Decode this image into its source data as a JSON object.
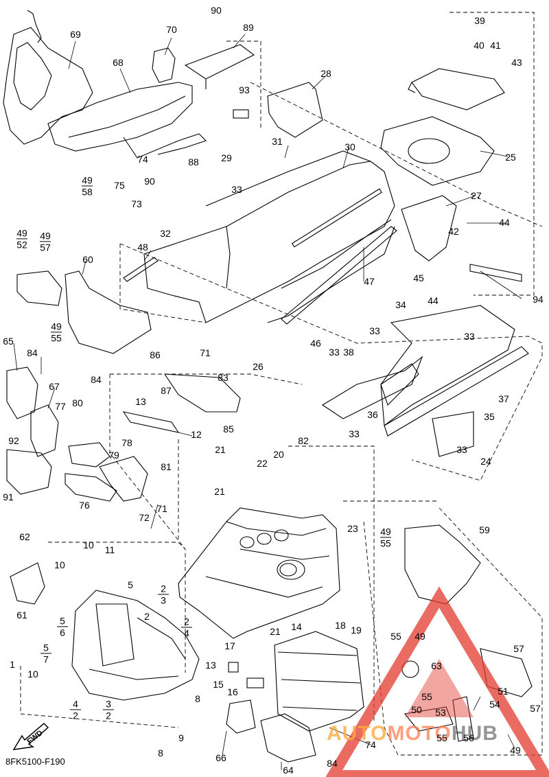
{
  "diagram": {
    "code": "8FK5100-F190",
    "fwd_label": "FWD",
    "watermark": {
      "part1": "AUTO",
      "part2": "MOTO",
      "part3": "HUB"
    },
    "colors": {
      "line": "#000000",
      "watermark_red": "#e23a2e",
      "watermark_orange": "#ffa43c"
    }
  },
  "callouts": {
    "c1": "1",
    "c2a": "2",
    "c2b": "2",
    "c5a": "5",
    "c6": "6",
    "c5b": "5",
    "c7": "7",
    "c8a": "8",
    "c8b": "8",
    "c9": "9",
    "c10a": "10",
    "c10b": "10",
    "c10c": "10",
    "c11": "11",
    "c12": "12",
    "c13a": "13",
    "c13b": "13",
    "c14": "14",
    "c15": "15",
    "c16": "16",
    "c17": "17",
    "c18": "18",
    "c19": "19",
    "c20": "20",
    "c21a": "21",
    "c21b": "21",
    "c21c": "21",
    "c22": "22",
    "c23": "23",
    "c24": "24",
    "c25": "25",
    "c26": "26",
    "c27": "27",
    "c28": "28",
    "c29": "29",
    "c30": "30",
    "c31": "31",
    "c32": "32",
    "c33a": "33",
    "c33b": "33",
    "c33c": "33",
    "c33d": "33",
    "c33e": "33",
    "c33f": "33",
    "c33g": "33",
    "c34": "34",
    "c35": "35",
    "c36": "36",
    "c37": "37",
    "c38": "38",
    "c39": "39",
    "c40": "40",
    "c41": "41",
    "c42": "42",
    "c43": "43",
    "c44a": "44",
    "c44b": "44",
    "c45": "45",
    "c46": "46",
    "c47": "47",
    "c48": "48",
    "c49a": "49",
    "c49b": "49",
    "c50": "50",
    "c51": "51",
    "c53": "53",
    "c54": "54",
    "c55a": "55",
    "c55b": "55",
    "c55c": "55",
    "c56": "56",
    "c57a": "57",
    "c57b": "57",
    "c59": "59",
    "c60": "60",
    "c61": "61",
    "c62": "62",
    "c63": "63",
    "c64": "64",
    "c65": "65",
    "c66": "66",
    "c67": "67",
    "c68": "68",
    "c69": "69",
    "c70": "70",
    "c71a": "71",
    "c71b": "71",
    "c72": "72",
    "c73": "73",
    "c74a": "74",
    "c74b": "74",
    "c75": "75",
    "c76": "76",
    "c77": "77",
    "c78": "78",
    "c79": "79",
    "c80": "80",
    "c81": "81",
    "c82": "82",
    "c83": "83",
    "c84a": "84",
    "c84b": "84",
    "c84c": "84",
    "c85": "85",
    "c86": "86",
    "c87": "87",
    "c88": "88",
    "c89": "89",
    "c90a": "90",
    "c90b": "90",
    "c91": "91",
    "c92": "92",
    "c93": "93",
    "c94": "94"
  },
  "fractions": {
    "f49_58": {
      "top": "49",
      "bottom": "58"
    },
    "f49_52": {
      "top": "49",
      "bottom": "52"
    },
    "f49_57": {
      "top": "49",
      "bottom": "57"
    },
    "f49_55a": {
      "top": "49",
      "bottom": "55"
    },
    "f49_55b": {
      "top": "49",
      "bottom": "55"
    },
    "f2_3": {
      "top": "2",
      "bottom": "3"
    },
    "f2_4": {
      "top": "2",
      "bottom": "4"
    },
    "f5_6": {
      "top": "5",
      "bottom": "6"
    },
    "f5_7": {
      "top": "5",
      "bottom": "7"
    },
    "f4_2": {
      "top": "4",
      "bottom": "2"
    },
    "f3_2": {
      "top": "3",
      "bottom": "2"
    },
    "f40_41": {
      "top": "39",
      "bottom": "40   41"
    }
  }
}
